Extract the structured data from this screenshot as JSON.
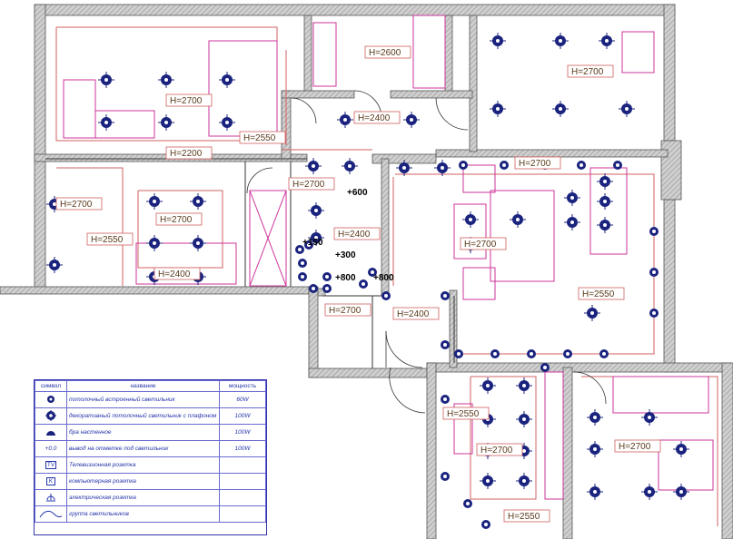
{
  "height_labels": [
    {
      "id": "living",
      "text": "H=2700"
    },
    {
      "id": "corridor-top",
      "text": "H=2550"
    },
    {
      "id": "hall-top",
      "text": "H=2200"
    },
    {
      "id": "bath-top",
      "text": "H=2600"
    },
    {
      "id": "hall-mid",
      "text": "H=2400"
    },
    {
      "id": "bedroom-ne",
      "text": "H=2700"
    },
    {
      "id": "bed-left-a",
      "text": "H=2700"
    },
    {
      "id": "bed-left-b",
      "text": "H=2700"
    },
    {
      "id": "bed-left-c",
      "text": "H=2550"
    },
    {
      "id": "bed-left-d",
      "text": "H=2400"
    },
    {
      "id": "bath-mid",
      "text": "H=2700"
    },
    {
      "id": "bath-mid-b",
      "text": "H=2400"
    },
    {
      "id": "salon-top",
      "text": "H=2700"
    },
    {
      "id": "salon",
      "text": "H=2700"
    },
    {
      "id": "salon-b",
      "text": "H=2550"
    },
    {
      "id": "small-room",
      "text": "H=2700"
    },
    {
      "id": "hall-low",
      "text": "H=2400"
    },
    {
      "id": "kitchen-a",
      "text": "H=2550"
    },
    {
      "id": "kitchen-b",
      "text": "H=2700"
    },
    {
      "id": "kitchen-c",
      "text": "H=2550"
    },
    {
      "id": "bedroom-se",
      "text": "H=2700"
    }
  ],
  "outlet_marks": [
    "+600",
    "+150",
    "+300",
    "+800",
    "+800"
  ],
  "legend": {
    "headers": {
      "symbol": "символ",
      "name": "название",
      "power": "мощность"
    },
    "rows": [
      {
        "icon": "recessed-light-icon",
        "name": "потолочный встроенный светильник",
        "power": "60W"
      },
      {
        "icon": "decorative-light-icon",
        "name": "декоративный потолочный светильник с плафоном",
        "power": "100W"
      },
      {
        "icon": "wall-sconce-icon",
        "name": "бра настенное",
        "power": "100W"
      },
      {
        "icon": "outlet-height-icon",
        "symbol_text": "+0.0",
        "name": "вывод на отметке под светильник",
        "power": "100W"
      },
      {
        "icon": "tv-socket-icon",
        "symbol_text": "TV",
        "name": "Телевизионная розетка",
        "power": ""
      },
      {
        "icon": "computer-socket-icon",
        "symbol_text": "K",
        "name": "компьютерная розетка",
        "power": ""
      },
      {
        "icon": "power-socket-icon",
        "name": "электрическая розетка",
        "power": ""
      },
      {
        "icon": "light-group-icon",
        "name": "группа светильников",
        "power": ""
      }
    ]
  },
  "colors": {
    "wall": "#777777",
    "furniture": "#cc3399",
    "ceiling": "#d06060",
    "fixture": "#1a237e",
    "label": "#5a3a1a",
    "legend": "#2233aa"
  }
}
